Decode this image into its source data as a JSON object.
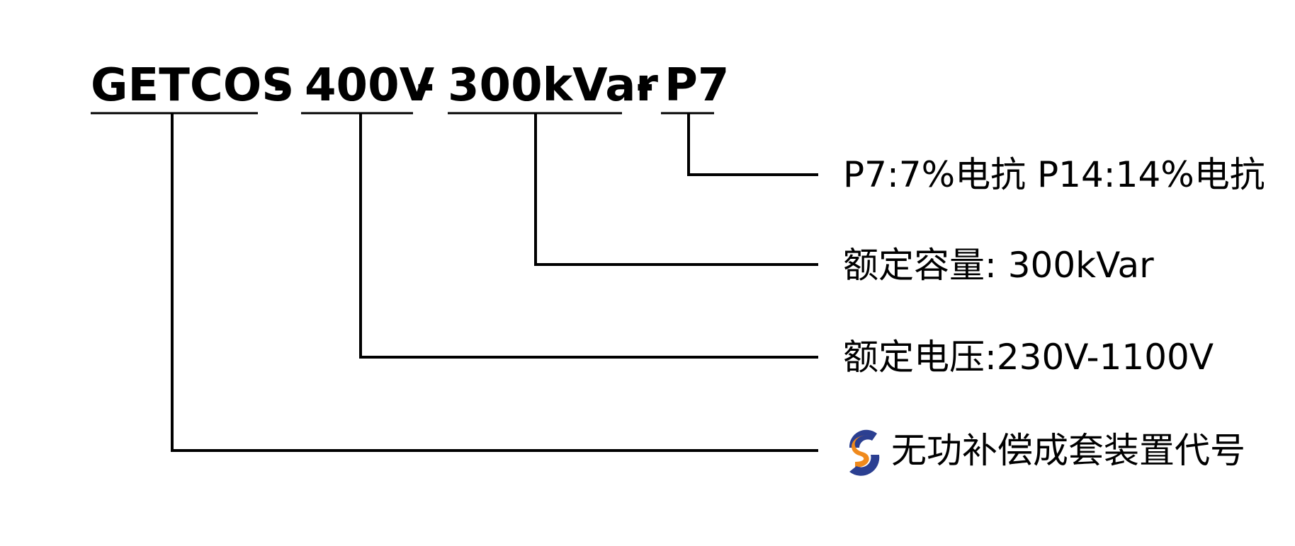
{
  "model_code": {
    "segments": [
      "GETCOS",
      "400V",
      "300kVar",
      "P7"
    ],
    "separators": [
      "-",
      "-",
      "-"
    ]
  },
  "descriptions": {
    "reactor": "P7:7%电抗 P14:14%电抗",
    "capacity": "额定容量: 300kVar",
    "voltage": "额定电压:230V-1100V",
    "series": "无功补偿成套装置代号"
  },
  "logo": {
    "colors": {
      "primary": "#2b3f91",
      "accent": "#f08a1c"
    }
  }
}
